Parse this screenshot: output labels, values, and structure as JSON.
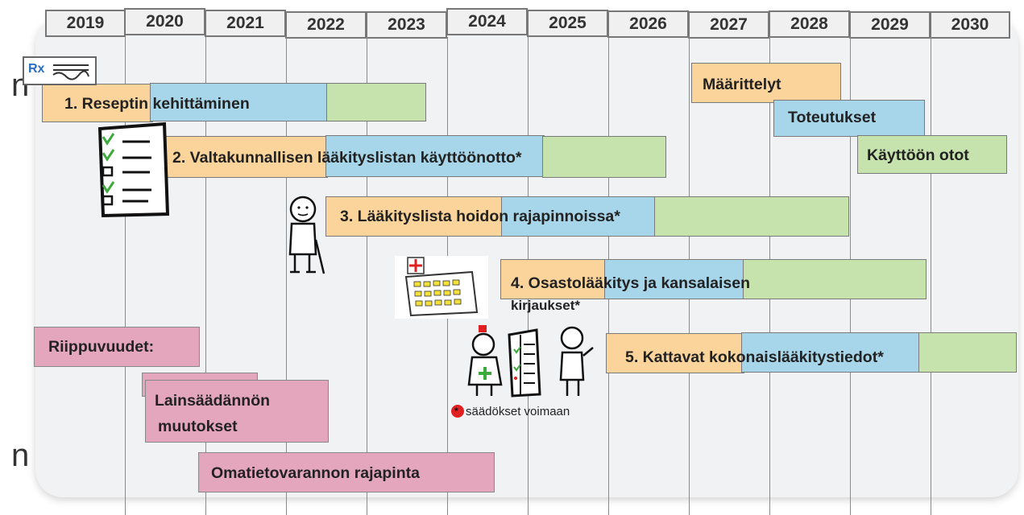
{
  "years": [
    "2019",
    "2020",
    "2021",
    "2022",
    "2023",
    "2024",
    "2025",
    "2026",
    "2027",
    "2028",
    "2029",
    "2030"
  ],
  "tracks": [
    {
      "label": "1. Reseptin kehittäminen"
    },
    {
      "label": "2. Valtakunnallisen lääkityslistan käyttöönotto*"
    },
    {
      "label": "3. Lääkityslista hoidon rajapinnoissa*"
    },
    {
      "label_line1": "4. Osastolääkitys ja kansalaisen",
      "label_line2": "kirjaukset*"
    },
    {
      "label": "5. Kattavat kokonaislääkitystiedot*"
    }
  ],
  "legend": {
    "planning": "Määrittelyt",
    "implementation": "Toteutukset",
    "deployment": "Käyttöön otot"
  },
  "dependencies": {
    "title": "Riippuvuudet:",
    "legislation_line1": "Lainsäädännön",
    "legislation_line2": "muutokset",
    "interface": "Omatietovarannon rajapinta"
  },
  "footnote": {
    "marker": "*",
    "text": "säädökset voimaan"
  },
  "rx_icon_text": "Rx",
  "edge_letters": [
    "n",
    "n"
  ],
  "colors": {
    "planning": "#fbd49b",
    "implementation": "#a7d6ea",
    "deployment": "#c6e3ae",
    "dependency": "#e4a6bd",
    "marker": "#e02020"
  }
}
